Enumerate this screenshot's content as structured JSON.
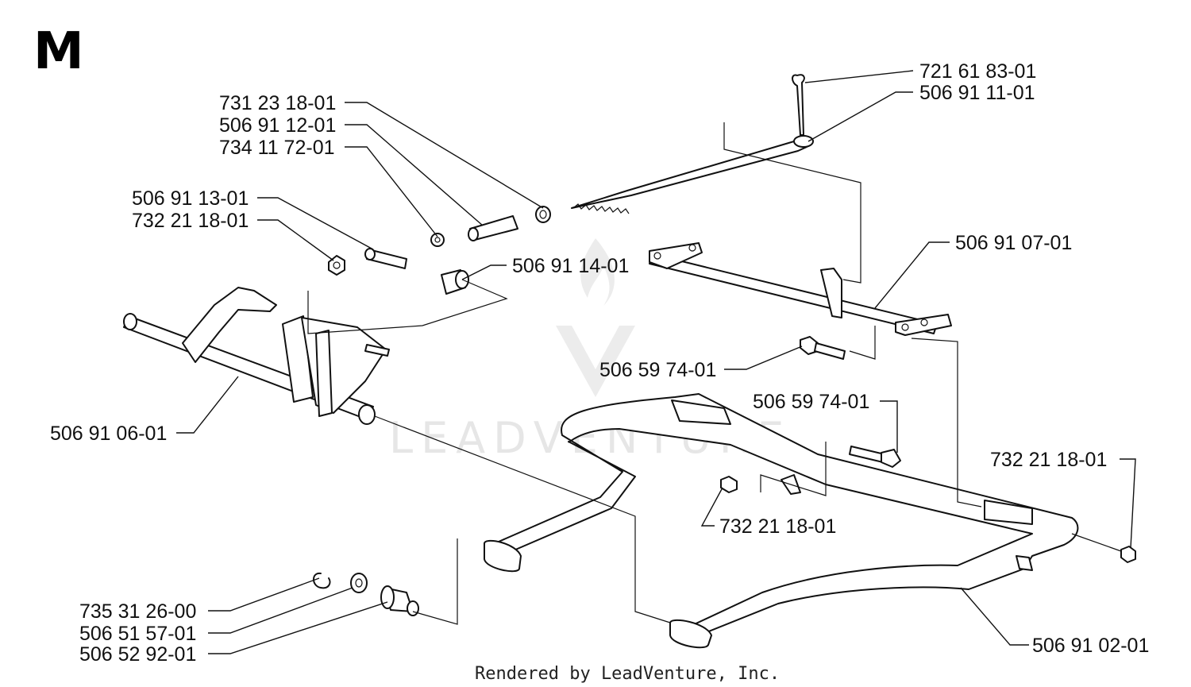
{
  "section_letter": "M",
  "watermark": "LEADVENTURE",
  "footer": "Rendered by LeadVenture, Inc.",
  "part_labels": [
    {
      "id": "p1",
      "text": "721 61 83-01"
    },
    {
      "id": "p2",
      "text": "506 91 11-01"
    },
    {
      "id": "p3",
      "text": "731 23 18-01"
    },
    {
      "id": "p4",
      "text": "506 91 12-01"
    },
    {
      "id": "p5",
      "text": "734 11 72-01"
    },
    {
      "id": "p6",
      "text": "506 91 13-01"
    },
    {
      "id": "p7",
      "text": "732 21 18-01"
    },
    {
      "id": "p8",
      "text": "506 91 14-01"
    },
    {
      "id": "p9",
      "text": "506 91 07-01"
    },
    {
      "id": "p10",
      "text": "506 59 74-01"
    },
    {
      "id": "p11",
      "text": "506 59 74-01"
    },
    {
      "id": "p12",
      "text": "506 91 06-01"
    },
    {
      "id": "p13",
      "text": "732 21 18-01"
    },
    {
      "id": "p14",
      "text": "732 21 18-01"
    },
    {
      "id": "p15",
      "text": "735 31 26-00"
    },
    {
      "id": "p16",
      "text": "506 51 57-01"
    },
    {
      "id": "p17",
      "text": "506 52 92-01"
    },
    {
      "id": "p18",
      "text": "506 91 02-01"
    }
  ]
}
